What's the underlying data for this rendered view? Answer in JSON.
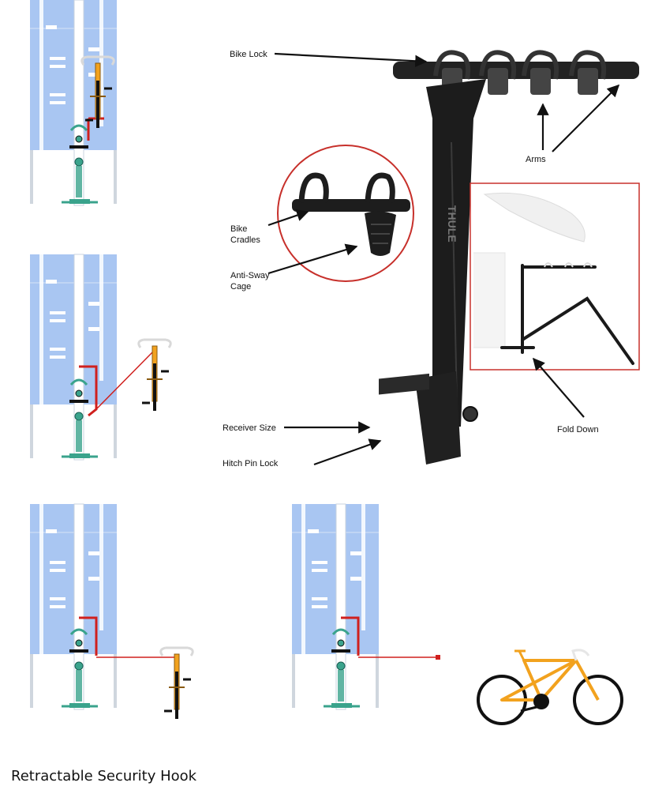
{
  "labels": {
    "bike_lock": "Bike Lock",
    "arms": "Arms",
    "bike_cradles": "Bike\nCradles",
    "anti_sway_cage": "Anti-Sway\nCage",
    "receiver_size": "Receiver Size",
    "hitch_pin_lock": "Hitch Pin Lock",
    "fold_down": "Fold Down"
  },
  "caption": "Retractable Security Hook",
  "rack_brand": "THULE",
  "colors": {
    "panel_blue": "#a9c6f2",
    "cable_red": "#d0201e",
    "bike_orange": "#f2a21e",
    "accent_teal": "#3aa38c",
    "inset_border": "#c7302b"
  }
}
